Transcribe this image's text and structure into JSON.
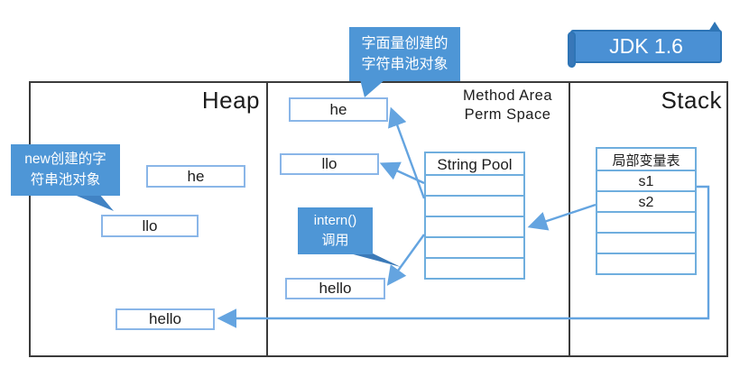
{
  "banner": {
    "label": "JDK 1.6"
  },
  "regions": {
    "heap_label": "Heap",
    "method_area_line1": "Method Area",
    "method_area_line2": "Perm Space",
    "stack_label": "Stack"
  },
  "tooltips": {
    "literal": {
      "line1": "字面量创建的",
      "line2": "字符串池对象"
    },
    "new_obj": {
      "line1": "new创建的字",
      "line2": "符串池对象"
    },
    "intern": {
      "line1": "intern()",
      "line2": "调用"
    }
  },
  "pool_area_boxes": {
    "he": "he",
    "llo": "llo",
    "hello": "hello"
  },
  "heap_boxes": {
    "he": "he",
    "llo": "llo",
    "hello": "hello"
  },
  "string_pool": {
    "header": "String Pool",
    "rows": [
      "",
      "",
      "",
      "",
      ""
    ]
  },
  "stack_table": {
    "header": "局部变量表",
    "rows": [
      "s1",
      "s2",
      "",
      "",
      ""
    ]
  },
  "colors": {
    "accent_blue": "#4e96d6",
    "arrow_blue": "#64a4e0",
    "box_border_blue": "#8ab6e8",
    "frame_border": "#3b3b3b"
  }
}
